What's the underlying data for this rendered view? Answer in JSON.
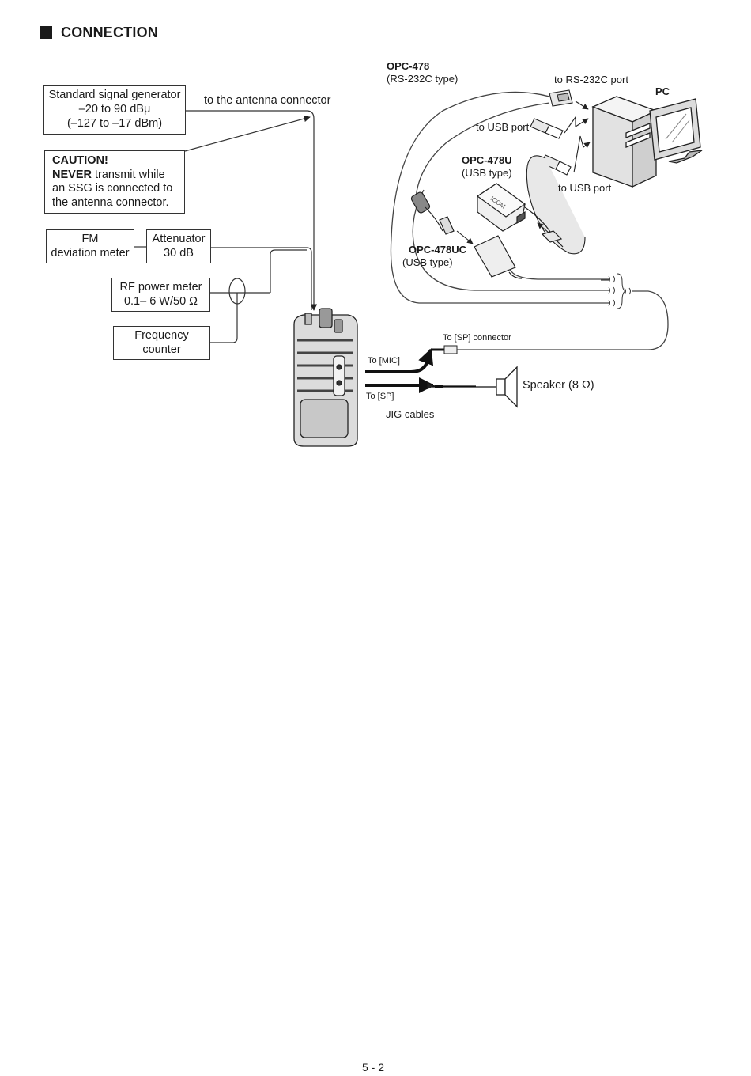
{
  "section": {
    "title": "CONNECTION"
  },
  "instruments": {
    "ssg": {
      "line1": "Standard signal generator",
      "line2": "–20 to 90 dBμ",
      "line3": "(–127 to –17 dBm)"
    },
    "caution": {
      "title": "CAUTION!",
      "never": "NEVER",
      "line1_rest": " transmit while",
      "line2": "an SSG is connected to",
      "line3": "the antenna connector."
    },
    "fm_meter": {
      "line1": "FM",
      "line2": "deviation meter"
    },
    "attenuator": {
      "line1": "Attenuator",
      "line2": "30 dB"
    },
    "rf_meter": {
      "line1": "RF power meter",
      "line2": "0.1– 6 W/50 Ω"
    },
    "freq_counter": {
      "line1": "Frequency",
      "line2": "counter"
    }
  },
  "labels": {
    "antenna": "to the antenna connector",
    "opc478": "OPC-478",
    "opc478_type": "(RS-232C type)",
    "rs232_port": "to RS-232C port",
    "pc": "PC",
    "usb_port_1": "to USB port",
    "opc478u": "OPC-478U",
    "opc478u_type": "(USB type)",
    "usb_port_2": "to USB port",
    "opc478uc": "OPC-478UC",
    "opc478uc_type": "(USB type)",
    "sp_connector": "To [SP] connector",
    "to_mic": "To [MIC]",
    "to_sp": "To [SP]",
    "jig_cables": "JIG cables",
    "speaker": "Speaker (8 Ω)",
    "icom_logo": "ICOM"
  },
  "page": {
    "number": "5 - 2"
  },
  "icons": [
    "radio-transceiver-icon",
    "pc-tower-icon",
    "monitor-icon",
    "speaker-icon",
    "usb-plug-icon",
    "db9-connector-icon",
    "usb-interface-box-icon"
  ],
  "colors": {
    "line": "#333333",
    "thick_cable": "#1a1a1a",
    "device_fill": "#e6e6e6"
  }
}
